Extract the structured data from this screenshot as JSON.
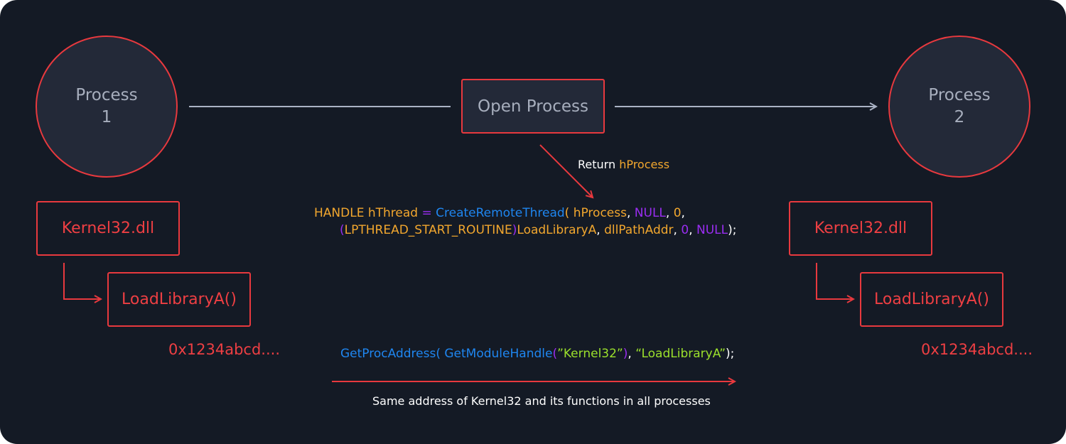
{
  "process1": {
    "line1": "Process",
    "line2": "1"
  },
  "process2": {
    "line1": "Process",
    "line2": "2"
  },
  "open_process": "Open Process",
  "return_label": {
    "prefix": "Return",
    "value": "hProcess"
  },
  "left": {
    "dll": "Kernel32.dll",
    "func": "LoadLibraryA()",
    "address": "0x1234abcd...."
  },
  "right": {
    "dll": "Kernel32.dll",
    "func": "LoadLibraryA()",
    "address": "0x1234abcd...."
  },
  "create_thread": {
    "line1": [
      {
        "text": "HANDLE hThread ",
        "kind": "type"
      },
      {
        "text": "= ",
        "kind": "kw"
      },
      {
        "text": "CreateRemoteThread",
        "kind": "fn"
      },
      {
        "text": "( ",
        "kind": "type"
      },
      {
        "text": "hProcess",
        "kind": "type"
      },
      {
        "text": ", ",
        "kind": "plain"
      },
      {
        "text": "NULL",
        "kind": "kw"
      },
      {
        "text": ", ",
        "kind": "plain"
      },
      {
        "text": "0",
        "kind": "type"
      },
      {
        "text": ",",
        "kind": "plain"
      }
    ],
    "line2": [
      {
        "text": "(",
        "kind": "kw"
      },
      {
        "text": "LPTHREAD_START_ROUTINE",
        "kind": "type"
      },
      {
        "text": ")",
        "kind": "kw"
      },
      {
        "text": "LoadLibraryA",
        "kind": "type"
      },
      {
        "text": ", ",
        "kind": "plain"
      },
      {
        "text": "dllPathAddr",
        "kind": "type"
      },
      {
        "text": ", ",
        "kind": "plain"
      },
      {
        "text": "0",
        "kind": "kw"
      },
      {
        "text": ", ",
        "kind": "plain"
      },
      {
        "text": "NULL",
        "kind": "kw"
      },
      {
        "text": ");",
        "kind": "plain"
      }
    ]
  },
  "get_proc": [
    {
      "text": "GetProcAddress",
      "kind": "fn"
    },
    {
      "text": "( ",
      "kind": "fn"
    },
    {
      "text": "GetModuleHandle",
      "kind": "fn"
    },
    {
      "text": "(",
      "kind": "kw"
    },
    {
      "text": "”Kernel32”",
      "kind": "str"
    },
    {
      "text": ")",
      "kind": "kw"
    },
    {
      "text": ", ",
      "kind": "plain"
    },
    {
      "text": "“LoadLibraryA”",
      "kind": "str"
    },
    {
      "text": ");",
      "kind": "plain"
    }
  ],
  "bottom_note": "Same address of Kernel32 and its functions in all processes",
  "colors": {
    "background": "#141a25",
    "accent_red": "#e8393e",
    "node_fill": "#232938",
    "connector": "#aab3c5",
    "type_orange": "#f2a72e",
    "function_blue": "#1f86f0",
    "keyword_purple": "#9a2df2",
    "string_green": "#9be02c"
  }
}
